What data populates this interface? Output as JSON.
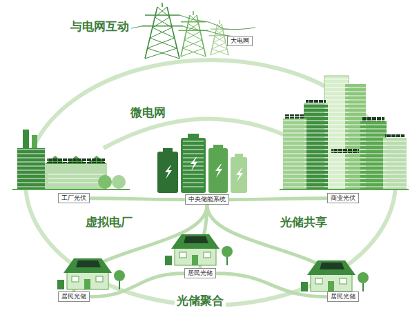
{
  "diagram": {
    "nodes": [
      {
        "text": [
          "大电网"
        ]
      },
      {
        "text": [
          "工厂光伏"
        ]
      },
      {
        "text": [
          "中央储能系统"
        ]
      },
      {
        "text": [
          "商业光伏"
        ]
      },
      {
        "text": [
          "居民光储"
        ]
      },
      {
        "text": [
          "居民光储"
        ]
      },
      {
        "text": [
          "居民光储"
        ]
      }
    ],
    "edges": [
      {
        "from": 2,
        "to": 1,
        "arrow": "none"
      },
      {
        "from": 2,
        "to": 3,
        "arrow": "none"
      },
      {
        "from": 2,
        "to": 4,
        "arrow": "none"
      },
      {
        "from": 2,
        "to": 5,
        "arrow": "none"
      },
      {
        "from": 2,
        "to": 6,
        "arrow": "none"
      },
      {
        "from": 5,
        "to": 4,
        "arrow": "none"
      },
      {
        "from": 4,
        "to": 6,
        "arrow": "none"
      }
    ],
    "labels": [
      "与电网互动",
      "微电网",
      "虚拟电厂",
      "光储共享",
      "光储聚合"
    ]
  }
}
